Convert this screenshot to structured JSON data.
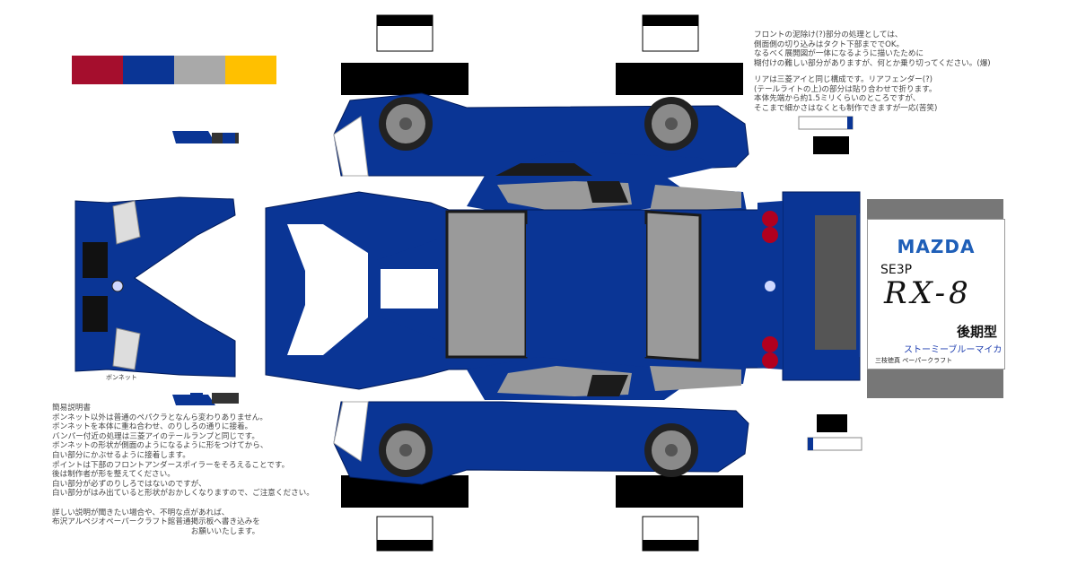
{
  "colors": [
    {
      "name": "red",
      "hex": "#A50E2D"
    },
    {
      "name": "blue",
      "hex": "#0A3595"
    },
    {
      "name": "gray",
      "hex": "#A9A9A9"
    },
    {
      "name": "yellow",
      "hex": "#FFC000"
    }
  ],
  "note_top": "フロントの泥除け(?)部分の処理としては、\n側面側の切り込みはタクト下部まででOK。\nなるべく展開図が一体になるように描いたために\n糊付けの難しい部分がありますが、何とか乗り切ってください。(爆)",
  "note_rear": "リアは三菱アイと同じ構成です。リアフェンダー(?)\n(テールライトの上)の部分は貼り合わせで折ります。\n本体先端から約1.5ミリくらいのところですが、\nそこまで細かさはなくとも制作できますが一応(苦笑)",
  "bonnet_label": "ボンネット",
  "instructions_title": "簡易説明書",
  "instructions_body": "ボンネット以外は普通のペパクラとなんら変わりありません。\nボンネットを本体に重ね合わせ、のりしろの通りに接着。\nバンパー付近の処理は三菱アイのテールランプと同じです。\nボンネットの形状が側面のようになるように形をつけてから、\n白い部分にかぶせるように接着します。\nポイントは下部のフロントアンダースポイラーをそろえることです。\n後は制作者が形を整えてください。\n白い部分が必ずのりしろではないのですが、\n白い部分がはみ出ていると形状がおかしくなりますので、ご注意ください。\n\n詳しい説明が聞きたい場合や、不明な点があれば、\n布沢アルペジオペーパークラフト館普通掲示板へ書き込みを\n　　　　　　　　　　　　　　　　　　お願いいたします。",
  "label_card": {
    "brand": "MAZDA",
    "code": "SE3P",
    "model": "RX-8",
    "generation": "後期型",
    "color_name": "ストーミーブルーマイカ",
    "author": "三枝徳真 ペーパークラフト"
  }
}
